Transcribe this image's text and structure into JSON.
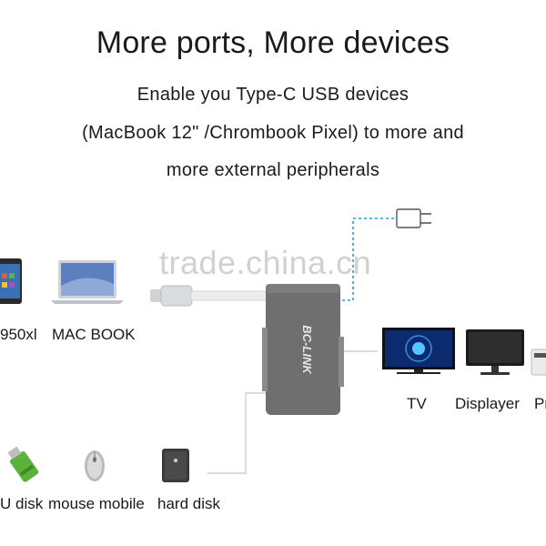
{
  "heading": {
    "title": "More ports, More devices",
    "line1": "Enable you Type-C USB devices",
    "line2": "(MacBook 12\" /Chrombook Pixel) to more and",
    "line3": "more  external peripherals"
  },
  "watermark": "trade.china.cn",
  "hub_brand": "BC-LINK",
  "left_devices": [
    {
      "icon": "phone-icon",
      "label": "950xl"
    },
    {
      "icon": "laptop-icon",
      "label": "MAC  BOOK"
    }
  ],
  "right_devices": [
    {
      "icon": "tv-icon",
      "label": "TV"
    },
    {
      "icon": "monitor-icon",
      "label": "Displayer"
    },
    {
      "icon": "printer-icon",
      "label": "Pr"
    }
  ],
  "bottom_devices": [
    {
      "icon": "usb-drive-icon",
      "label": "U disk"
    },
    {
      "icon": "mouse-icon",
      "label": "mouse mobile"
    },
    {
      "icon": "hard-disk-icon",
      "label": "hard disk"
    }
  ],
  "colors": {
    "hub": "#6f6f6f",
    "cable_white": "#e9e9e9",
    "power_line": "#2b9be0",
    "connector_line": "#cfcfcf"
  }
}
